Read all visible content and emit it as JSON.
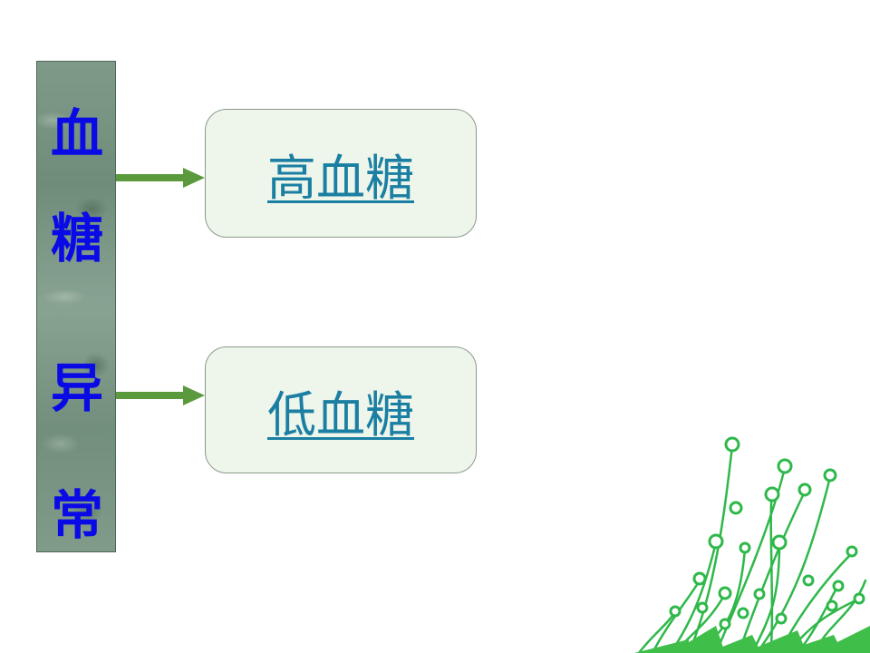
{
  "vertical_title": [
    "血",
    "糖",
    "异",
    "常"
  ],
  "boxes": [
    {
      "label": "高血糖"
    },
    {
      "label": "低血糖"
    }
  ],
  "colors": {
    "title_text": "#0a0ae6",
    "link_text": "#1a7fa3",
    "arrow": "#5a9a3c",
    "box_fill": "#eef5ea",
    "plant": "#2fb84a"
  },
  "icons": [
    "arrow-right-icon",
    "sprout-decoration-icon"
  ]
}
